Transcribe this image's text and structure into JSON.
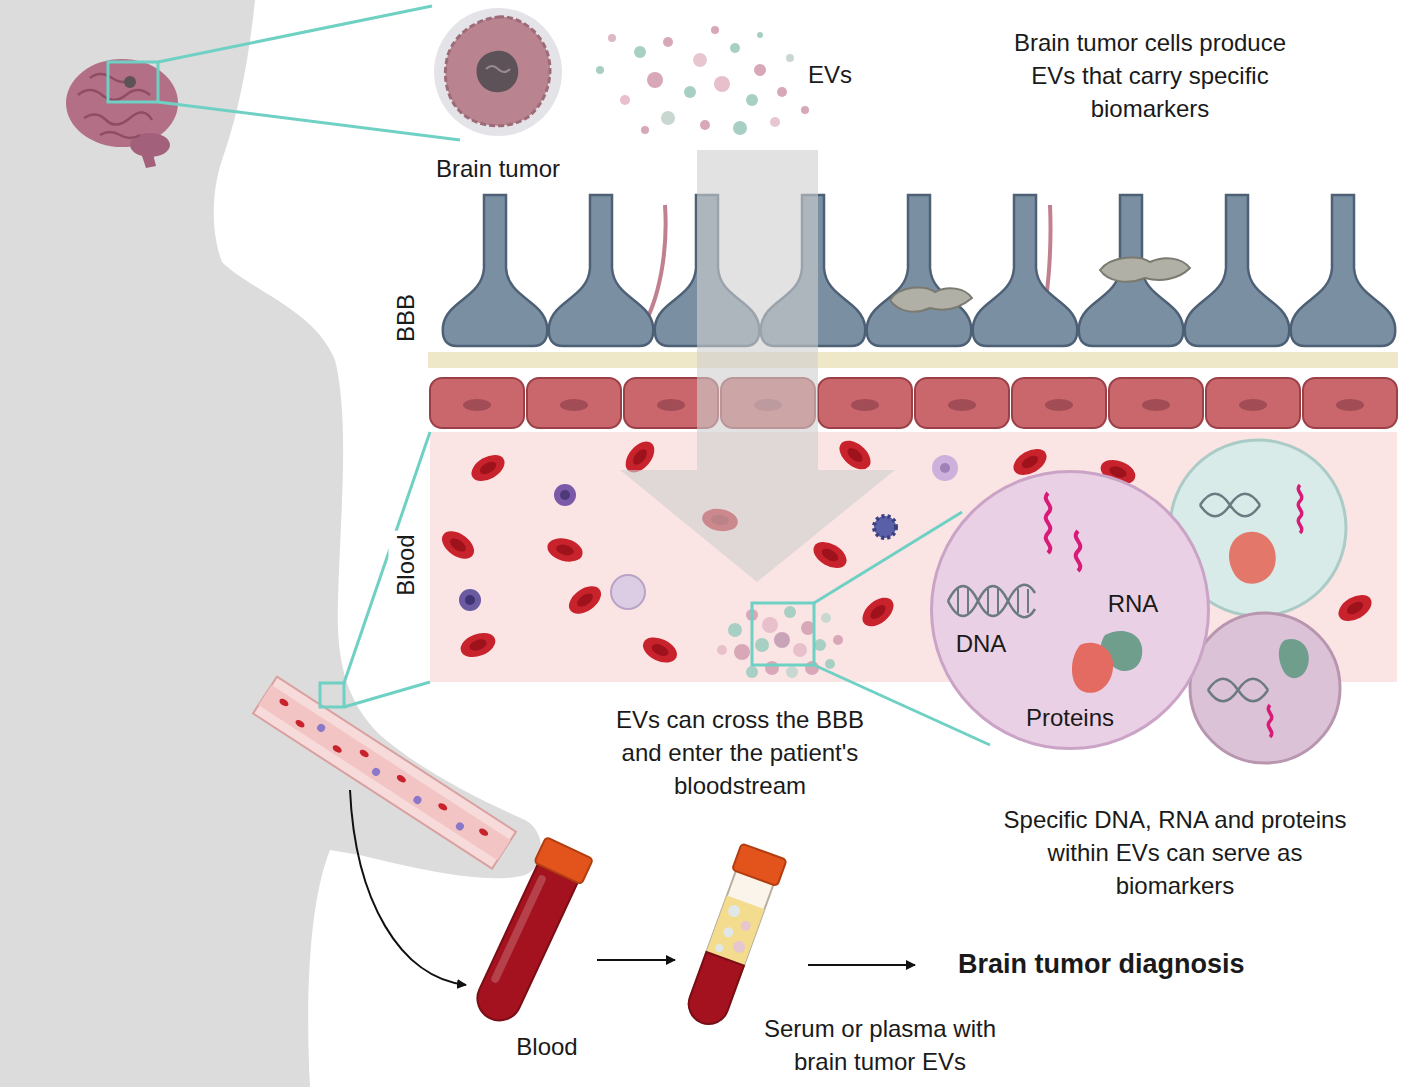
{
  "diagram": {
    "nodes": [
      {
        "text": [
          "Brain tumor"
        ]
      },
      {
        "text": [
          "DNA",
          "RNA",
          "Proteins"
        ]
      },
      {
        "text": [
          "Blood"
        ]
      },
      {
        "text": [
          "Serum or plasma with brain tumor EVs"
        ]
      }
    ],
    "edges": [
      {
        "from": 2,
        "to": 3,
        "arrow": "to"
      }
    ],
    "labels": [
      "EVs",
      "Brain tumor cells produce EVs that carry specific biomarkers",
      "BBB",
      "Blood",
      "EVs can cross the BBB and enter the patient's bloodstream",
      "Specific DNA, RNA and proteins within EVs can serve as biomarkers",
      "Brain tumor diagnosis"
    ]
  }
}
